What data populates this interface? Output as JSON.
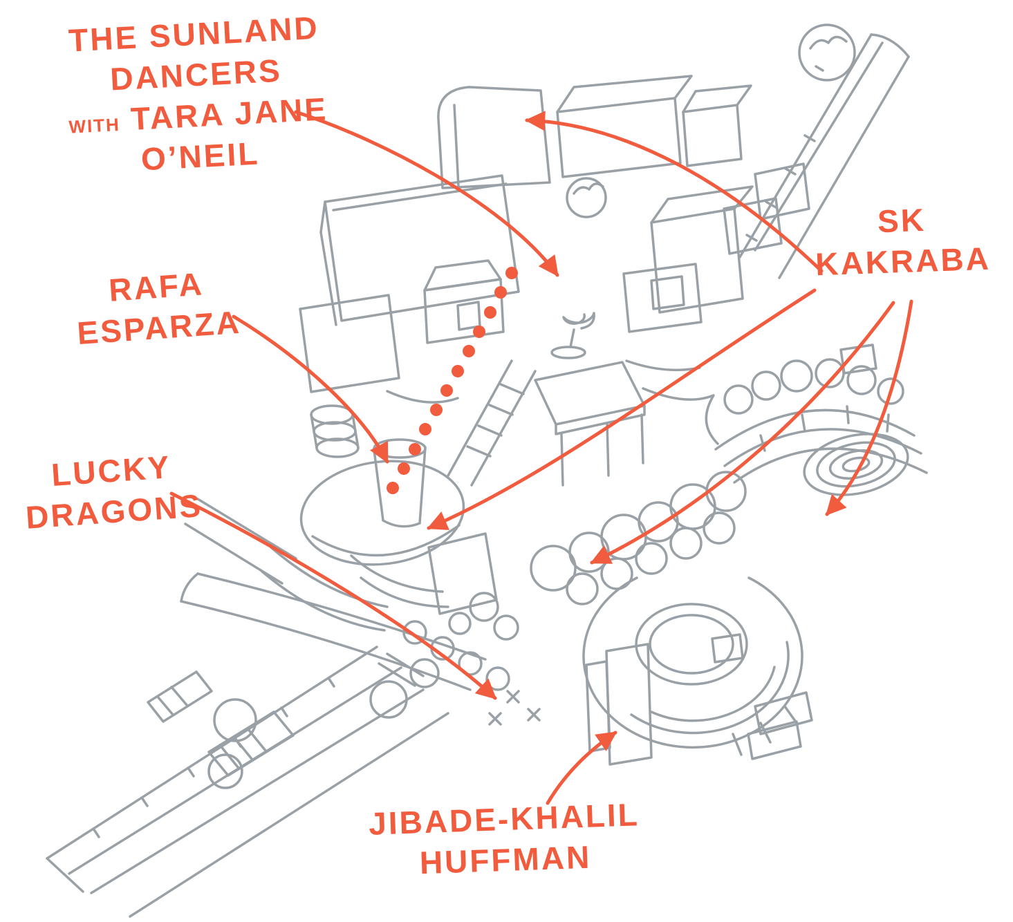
{
  "colors": {
    "accent": "#F15B3E",
    "sketch_line": "#9AA1A6"
  },
  "labels": {
    "sunland": {
      "l1": "THE SUNLAND",
      "l2": "DANCERS",
      "with_word": "WITH",
      "l3": "TARA JANE",
      "l4": "O’NEIL"
    },
    "sk": {
      "l1": "SK",
      "l2": "KAKRABA"
    },
    "rafa": {
      "l1": "RAFA",
      "l2": "ESPARZA"
    },
    "lucky": {
      "l1": "LUCKY",
      "l2": "DRAGONS"
    },
    "jibade": {
      "l1": "JIBADE-KHALIL",
      "l2": "HUFFMAN"
    }
  }
}
